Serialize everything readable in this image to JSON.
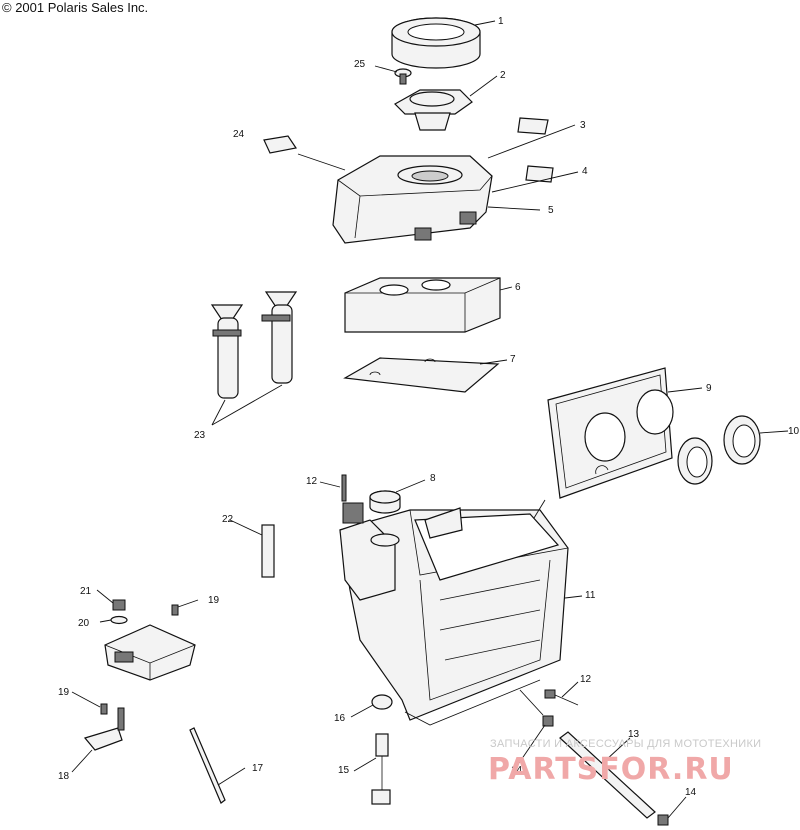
{
  "copyright": "© 2001 Polaris Sales Inc.",
  "callouts": [
    "1",
    "2",
    "3",
    "4",
    "5",
    "6",
    "7",
    "8",
    "9",
    "10",
    "11",
    "12",
    "12",
    "13",
    "14",
    "14",
    "15",
    "16",
    "17",
    "18",
    "19",
    "19",
    "20",
    "21",
    "22",
    "23",
    "24",
    "25"
  ],
  "watermark": {
    "tagline": "ЗАПЧАСТИ И АКСЕССУАРЫ ДЛЯ МОТОТЕХНИКИ",
    "brand": "PARTSFOR.RU"
  },
  "colors": {
    "ink": "#111111",
    "watermark_red": "#f0a8a8",
    "watermark_gray": "#c9c9c9"
  }
}
